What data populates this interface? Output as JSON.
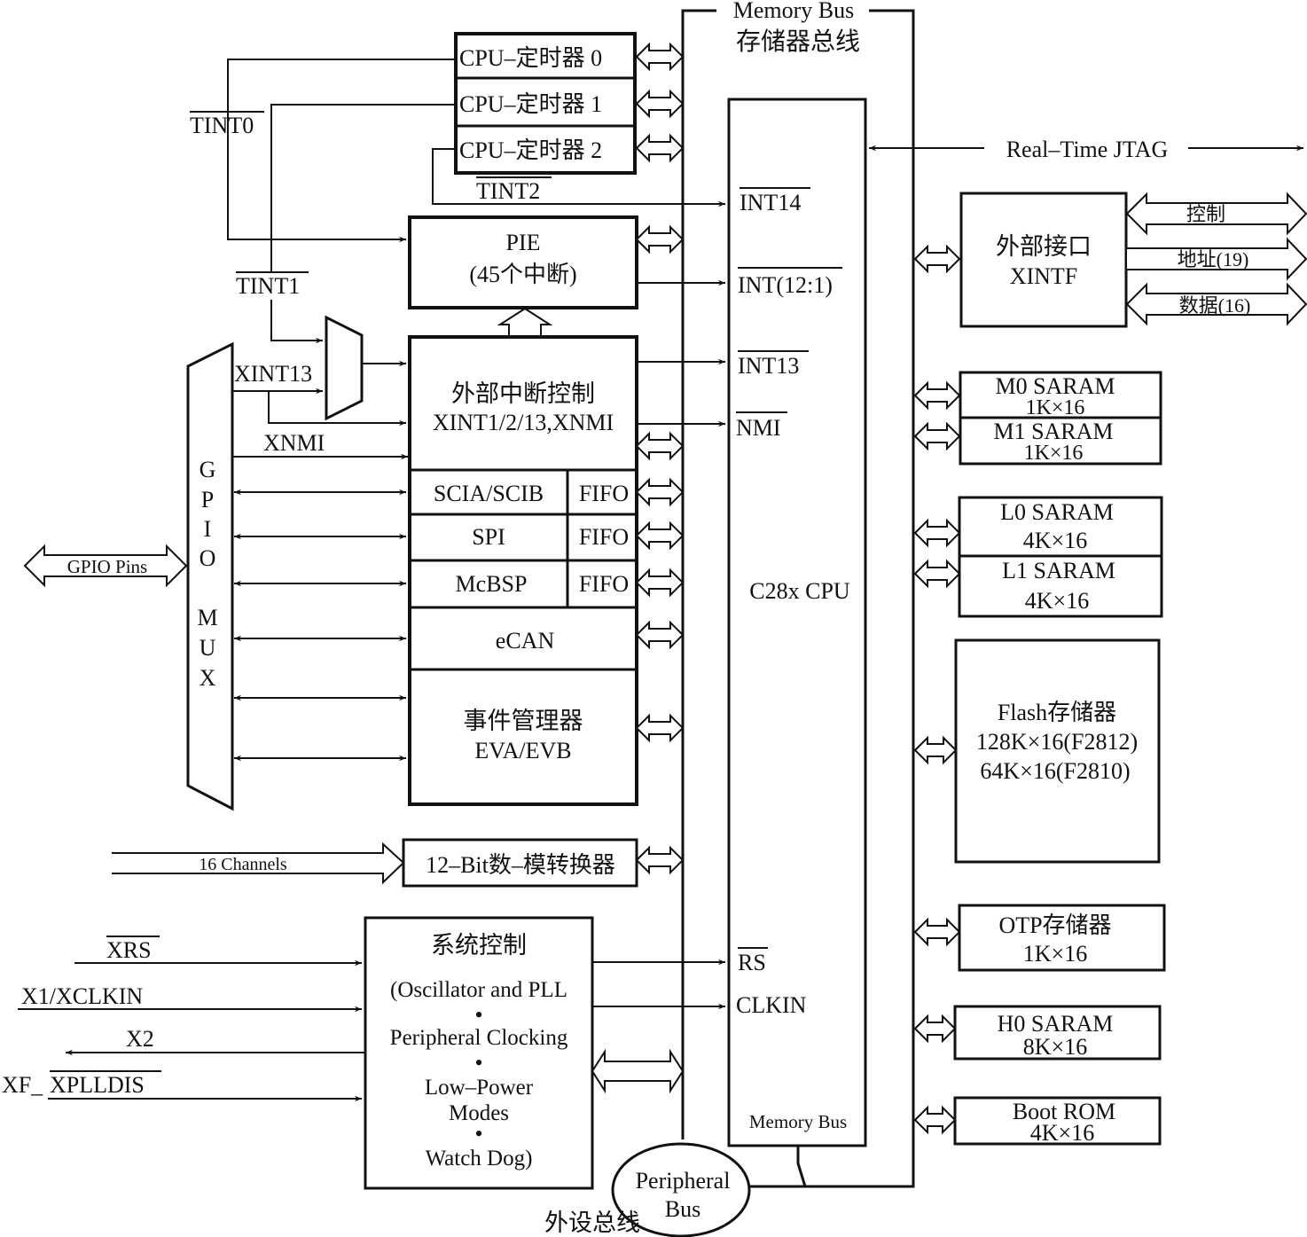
{
  "title": "TMS320F281x functional block diagram",
  "memory_bus": {
    "label_en": "Memory Bus",
    "label_cn": "存储器总线",
    "inner_label": "Memory Bus"
  },
  "peripheral_bus": {
    "line1": "Peripheral",
    "line2": "Bus",
    "label_cn": "外设总线"
  },
  "timers": [
    {
      "label": "CPU–定时器 0",
      "signal": "TINT0"
    },
    {
      "label": "CPU–定时器 1",
      "signal": "TINT1"
    },
    {
      "label": "CPU–定时器 2",
      "signal": "TINT2"
    }
  ],
  "pie": {
    "line1": "PIE",
    "line2": "(45个中断)"
  },
  "ext_int": {
    "line1": "外部中断控制",
    "line2": "XINT1/2/13,XNMI"
  },
  "gpio_signals": {
    "xint13": "XINT13",
    "xnmi": "XNMI"
  },
  "peripherals": [
    {
      "name": "SCIA/SCIB",
      "fifo": "FIFO"
    },
    {
      "name": "SPI",
      "fifo": "FIFO"
    },
    {
      "name": "McBSP",
      "fifo": "FIFO"
    },
    {
      "name": "eCAN"
    }
  ],
  "event_manager": {
    "line1": "事件管理器",
    "line2": "EVA/EVB"
  },
  "gpio_mux": {
    "letters": [
      "G",
      "P",
      "I",
      "O",
      "M",
      "U",
      "X"
    ],
    "pins_label": "GPIO Pins"
  },
  "adc": {
    "label": "12–Bit数–模转换器",
    "channels": "16 Channels"
  },
  "sys_ctrl": {
    "title": "系统控制",
    "items": [
      "(Oscillator and PLL",
      "Peripheral Clocking",
      "Low–Power",
      "Modes",
      "Watch Dog)"
    ],
    "bullet": "•"
  },
  "sys_inputs": {
    "xrs": "XRS",
    "x1": "X1/XCLKIN",
    "x2": "X2",
    "xf_prefix": "XF_",
    "xf_overbar": "XPLLDIS"
  },
  "cpu": {
    "name": "C28x CPU",
    "pins": {
      "int14": "INT14",
      "int12_1": "INT(12:1)",
      "int13": "INT13",
      "nmi": "NMI",
      "rs": "RS",
      "clkin": "CLKIN"
    }
  },
  "jtag": "Real–Time JTAG",
  "xintf": {
    "line1": "外部接口",
    "line2": "XINTF",
    "buses": [
      {
        "label": "控制",
        "direction": "bidirectional"
      },
      {
        "label": "地址(19)",
        "direction": "output"
      },
      {
        "label": "数据(16)",
        "direction": "bidirectional"
      }
    ]
  },
  "memories": [
    {
      "name": "M0 SARAM",
      "size": "1K×16"
    },
    {
      "name": "M1 SARAM",
      "size": "1K×16"
    },
    {
      "name": "L0 SARAM",
      "size": "4K×16"
    },
    {
      "name": "L1 SARAM",
      "size": "4K×16"
    },
    {
      "name": "Flash存储器",
      "size": "128K×16(F2812)",
      "size2": "64K×16(F2810)"
    },
    {
      "name": "OTP存储器",
      "size": "1K×16"
    },
    {
      "name": "H0 SARAM",
      "size": "8K×16"
    },
    {
      "name": "Boot ROM",
      "size": "4K×16"
    }
  ]
}
